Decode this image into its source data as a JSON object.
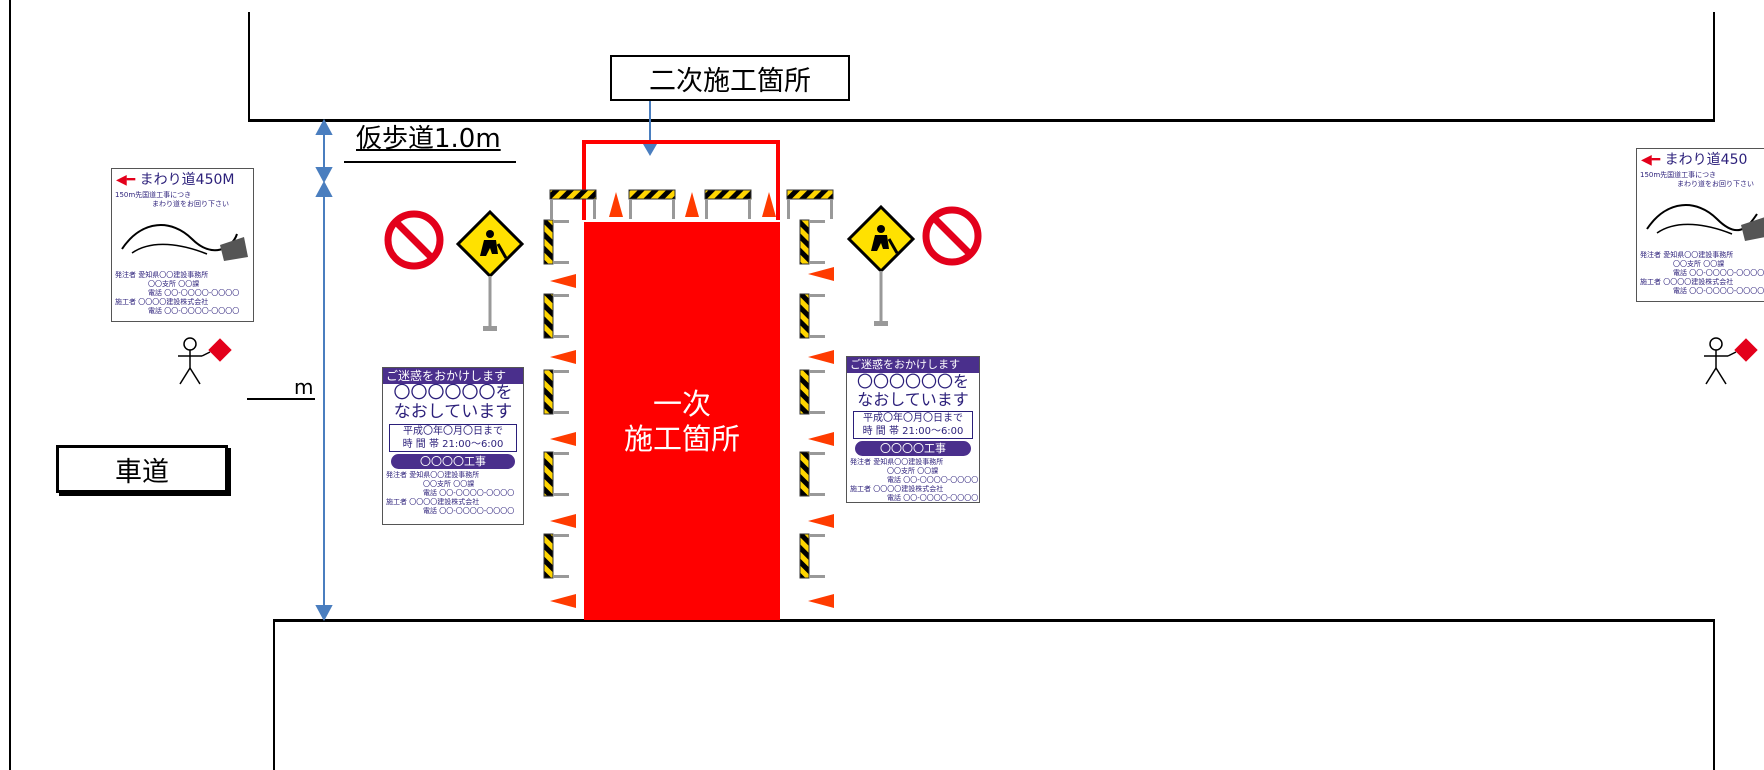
{
  "labels": {
    "secondary_site": "二次施工箇所",
    "temp_sidewalk": "仮歩道1.0m",
    "primary_site_line1": "一次",
    "primary_site_line2": "施工箇所",
    "roadway": "車道",
    "width_unit": "m"
  },
  "notice_sign": {
    "header": "ご迷惑をおかけします",
    "line1": "〇〇〇〇〇〇を",
    "line2": "なおしています",
    "time_line1": "平成〇年〇月〇日まで",
    "time_line2": "時 間 帯 21:00～6:00",
    "project": "〇〇〇〇工事",
    "orderer_label": "発注者",
    "orderer": "愛知県〇〇建設事務所",
    "orderer_sub": "〇〇支所 〇〇課",
    "orderer_tel": "電話 〇〇-〇〇〇〇-〇〇〇〇",
    "contractor_label": "施工者",
    "contractor": "〇〇〇〇建設株式会社",
    "contractor_tel": "電話 〇〇-〇〇〇〇-〇〇〇〇"
  },
  "detour_sign": {
    "title": "まわり道450M",
    "note1": "150m先国道工事につき",
    "note2": "まわり道をお回り下さい",
    "orderer_label": "発注者",
    "orderer": "愛知県〇〇建設事務所",
    "orderer_sub": "〇〇支所 〇〇課",
    "orderer_tel": "電話 〇〇-〇〇〇〇-〇〇〇〇",
    "contractor_label": "施工者",
    "contractor": "〇〇〇〇建設株式会社",
    "contractor_tel": "電話 〇〇-〇〇〇〇-〇〇〇〇"
  },
  "detour_sign_right_title": "まわり道450",
  "colors": {
    "work_zone": "#ff0000",
    "dimension_arrow": "#4a7ebf",
    "sign_purple": "#4a2f8c",
    "cone_orange": "#ff3b00",
    "caution_yellow": "#ffe100"
  },
  "icons": [
    "no-entry-icon",
    "road-work-icon",
    "flagman-icon",
    "traffic-cone-icon",
    "barricade-icon"
  ]
}
